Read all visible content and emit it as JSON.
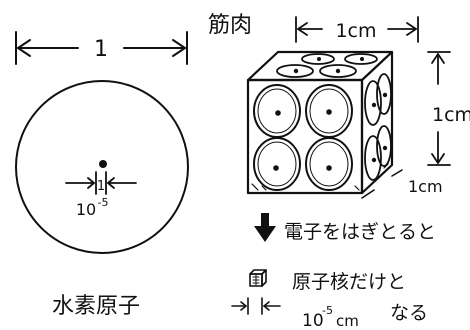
{
  "atom": {
    "width_label": "1",
    "nucleus_label": "1",
    "nucleus_size": "10",
    "nucleus_exp": "-5",
    "caption": "水素原子"
  },
  "muscle": {
    "title": "筋肉",
    "width_label": "1cm",
    "height_label": "1cm",
    "depth_label": "1cm"
  },
  "arrow_text": "電子をはぎとると",
  "result": {
    "line1": "原子核だけと",
    "line2": "なる",
    "size_base": "10",
    "size_exp": "-5",
    "size_unit": "cm"
  }
}
